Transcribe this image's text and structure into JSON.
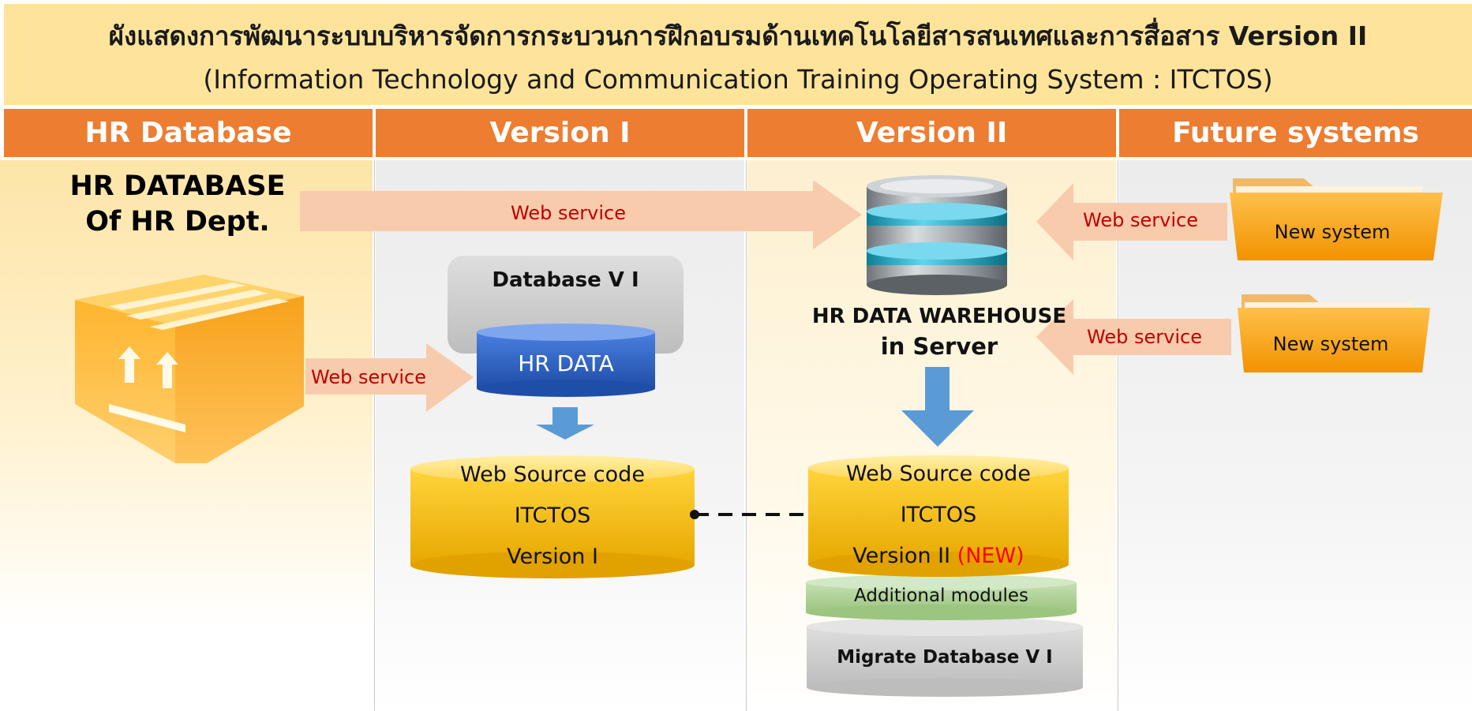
{
  "title": {
    "thai": "ผังแสดงการพัฒนาระบบบริหารจัดการกระบวนการฝึกอบรมด้านเทคโนโลยีสารสนเทศและการสื่อสาร  Version II",
    "english": "(Information Technology and Communication Training Operating System : ITCTOS)"
  },
  "columns": {
    "hr_database": "HR Database",
    "version1": "Version I",
    "version2": "Version II",
    "future": "Future systems"
  },
  "hr_db": {
    "line1": "HR DATABASE",
    "line2": "Of HR Dept."
  },
  "arrows": {
    "top": "Web service",
    "left": "Web service",
    "future1": "Web service",
    "future2": "Web service"
  },
  "v1": {
    "db_label": "Database V I",
    "hr_data": "HR DATA",
    "source_line1": "Web  Source code",
    "source_line2": "ITCTOS",
    "source_line3": "Version I"
  },
  "v2": {
    "warehouse_line1": "HR DATA WAREHOUSE",
    "warehouse_line2": "in  Server",
    "source_line1": "Web  Source code",
    "source_line2": "ITCTOS",
    "source_line3": "Version II",
    "new_tag": "(NEW)",
    "additional": "Additional modules",
    "migrate": "Migrate Database V I"
  },
  "future": {
    "sys1": "New system",
    "sys2": "New system"
  },
  "colors": {
    "title_band": "#fde49a",
    "header": "#ed7d31",
    "arrow": "#f8cbad",
    "web_service_text": "#c00000",
    "gold": "#f5b800",
    "hr_blue": "#2e5fc7",
    "green": "#a9d18e",
    "gray": "#c9c9c9"
  }
}
